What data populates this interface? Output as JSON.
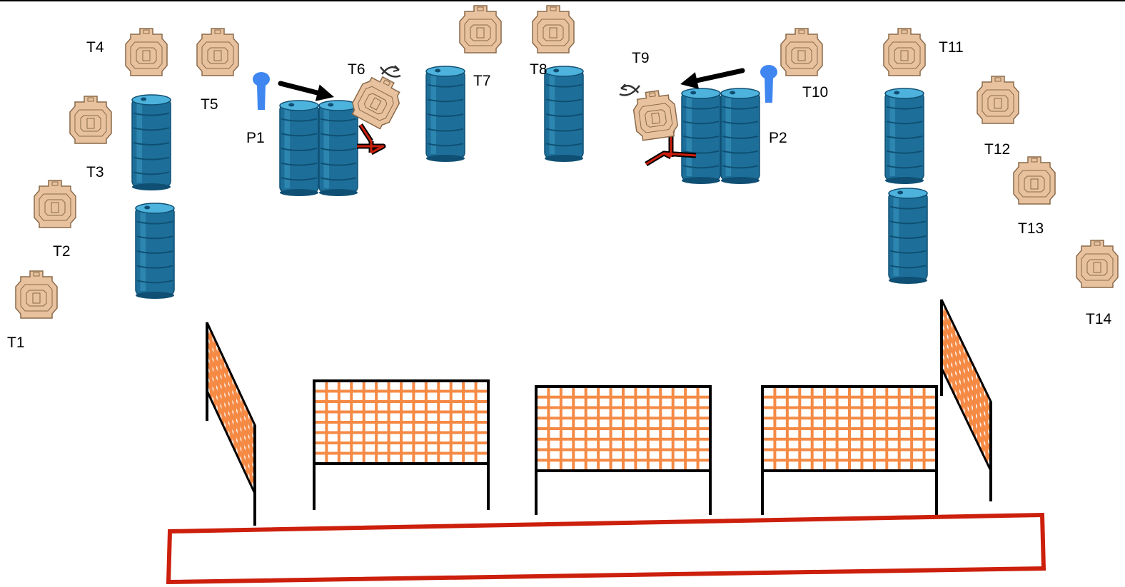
{
  "colors": {
    "target_fill": "#e8c29f",
    "target_stroke": "#8a6a4a",
    "barrel_fill": "#1d6f99",
    "barrel_dark": "#0f4f73",
    "barrel_highlight": "#4db2dc",
    "netting": "#f58a45",
    "frame": "#000000",
    "fault_line": "#cc1f0c",
    "post_marker": "#3f86f0",
    "activator_red": "#cc1f0c"
  },
  "targets": [
    {
      "id": "T1",
      "label": "T1",
      "icon": "paper-target-icon"
    },
    {
      "id": "T2",
      "label": "T2",
      "icon": "paper-target-icon"
    },
    {
      "id": "T3",
      "label": "T3",
      "icon": "paper-target-icon"
    },
    {
      "id": "T4",
      "label": "T4",
      "icon": "paper-target-icon"
    },
    {
      "id": "T5",
      "label": "T5",
      "icon": "paper-target-icon"
    },
    {
      "id": "T6",
      "label": "T6",
      "icon": "swinging-target-icon"
    },
    {
      "id": "T7",
      "label": "T7",
      "icon": "paper-target-icon"
    },
    {
      "id": "T8",
      "label": "T8",
      "icon": "paper-target-icon"
    },
    {
      "id": "T9",
      "label": "T9",
      "icon": "swinging-target-icon"
    },
    {
      "id": "T10",
      "label": "T10",
      "icon": "paper-target-icon"
    },
    {
      "id": "T11",
      "label": "T11",
      "icon": "paper-target-icon"
    },
    {
      "id": "T12",
      "label": "T12",
      "icon": "paper-target-icon"
    },
    {
      "id": "T13",
      "label": "T13",
      "icon": "paper-target-icon"
    },
    {
      "id": "T14",
      "label": "T14",
      "icon": "paper-target-icon"
    }
  ],
  "props": [
    {
      "id": "P1",
      "label": "P1",
      "icon": "activator-post-icon"
    },
    {
      "id": "P2",
      "label": "P2",
      "icon": "activator-post-icon"
    }
  ],
  "icons": {
    "barrel": "barrel-icon",
    "fence": "orange-net-fence-icon",
    "arrow": "arrow-icon",
    "rotate": "rotate-arrow-icon",
    "fault_line": "shooting-area-box"
  }
}
